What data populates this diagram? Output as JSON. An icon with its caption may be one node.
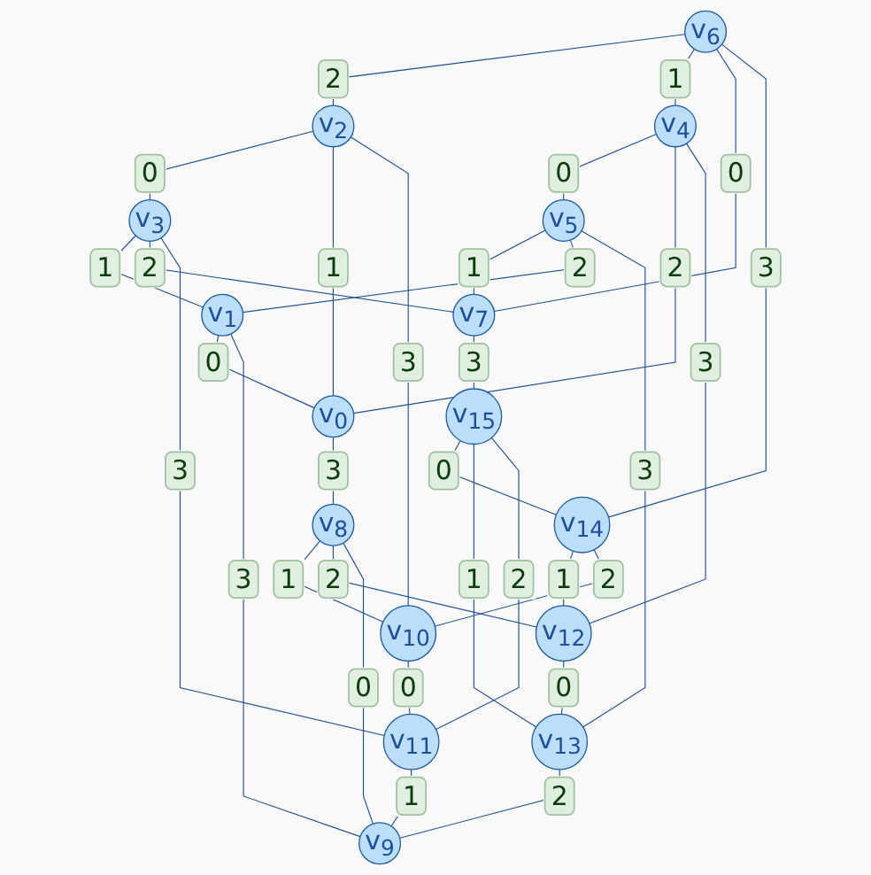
{
  "diagram": {
    "nodes": [
      {
        "text": [
          "v$_{0}$"
        ]
      },
      {
        "text": [
          "v$_{1}$"
        ]
      },
      {
        "text": [
          "v$_{2}$"
        ]
      },
      {
        "text": [
          "v$_{3}$"
        ]
      },
      {
        "text": [
          "v$_{4}$"
        ]
      },
      {
        "text": [
          "v$_{5}$"
        ]
      },
      {
        "text": [
          "v$_{6}$"
        ]
      },
      {
        "text": [
          "v$_{7}$"
        ]
      },
      {
        "text": [
          "v$_{8}$"
        ]
      },
      {
        "text": [
          "v$_{9}$"
        ]
      },
      {
        "text": [
          "v$_{10}$"
        ]
      },
      {
        "text": [
          "v$_{11}$"
        ]
      },
      {
        "text": [
          "v$_{12}$"
        ]
      },
      {
        "text": [
          "v$_{13}$"
        ]
      },
      {
        "text": [
          "v$_{14}$"
        ]
      },
      {
        "text": [
          "v$_{15}$"
        ]
      }
    ],
    "edges": [
      {
        "from": 6,
        "to": 2,
        "arrow": "none",
        "label": "2"
      },
      {
        "from": 2,
        "to": 3,
        "arrow": "none",
        "label": "0"
      },
      {
        "from": 3,
        "to": 1,
        "arrow": "none",
        "label": "1"
      },
      {
        "from": 1,
        "to": 0,
        "arrow": "none",
        "label": "0"
      },
      {
        "from": 0,
        "to": 8,
        "arrow": "none",
        "label": "3"
      },
      {
        "from": 8,
        "to": 10,
        "arrow": "none",
        "label": "1"
      },
      {
        "from": 10,
        "to": 11,
        "arrow": "none",
        "label": "0"
      },
      {
        "from": 11,
        "to": 9,
        "arrow": "none",
        "label": "1"
      },
      {
        "from": 9,
        "to": 13,
        "arrow": "none",
        "label": "2"
      },
      {
        "from": 13,
        "to": 12,
        "arrow": "none",
        "label": "0"
      },
      {
        "from": 12,
        "to": 14,
        "arrow": "none",
        "label": "1"
      },
      {
        "from": 14,
        "to": 15,
        "arrow": "none",
        "label": "0"
      },
      {
        "from": 15,
        "to": 7,
        "arrow": "none",
        "label": "3"
      },
      {
        "from": 7,
        "to": 5,
        "arrow": "none",
        "label": "1"
      },
      {
        "from": 5,
        "to": 4,
        "arrow": "none",
        "label": "0"
      },
      {
        "from": 4,
        "to": 6,
        "arrow": "none",
        "label": "1"
      },
      {
        "from": 7,
        "to": 6,
        "arrow": "none",
        "label": "0"
      },
      {
        "from": 7,
        "to": 3,
        "arrow": "none",
        "label": "2"
      },
      {
        "from": 5,
        "to": 1,
        "arrow": "none",
        "label": "2"
      },
      {
        "from": 4,
        "to": 0,
        "arrow": "none",
        "label": "2"
      },
      {
        "from": 2,
        "to": 0,
        "arrow": "none",
        "label": "1"
      },
      {
        "from": 6,
        "to": 14,
        "arrow": "none",
        "label": "3"
      },
      {
        "from": 4,
        "to": 12,
        "arrow": "none",
        "label": "3"
      },
      {
        "from": 5,
        "to": 13,
        "arrow": "none",
        "label": "3"
      },
      {
        "from": 2,
        "to": 10,
        "arrow": "none",
        "label": "3"
      },
      {
        "from": 3,
        "to": 11,
        "arrow": "none",
        "label": "3"
      },
      {
        "from": 1,
        "to": 9,
        "arrow": "none",
        "label": "3"
      },
      {
        "from": 15,
        "to": 13,
        "arrow": "none",
        "label": "1"
      },
      {
        "from": 15,
        "to": 11,
        "arrow": "none",
        "label": "2"
      },
      {
        "from": 14,
        "to": 10,
        "arrow": "none",
        "label": "2"
      },
      {
        "from": 12,
        "to": 8,
        "arrow": "none",
        "label": "2"
      },
      {
        "from": 8,
        "to": 9,
        "arrow": "none",
        "label": "0"
      }
    ]
  }
}
